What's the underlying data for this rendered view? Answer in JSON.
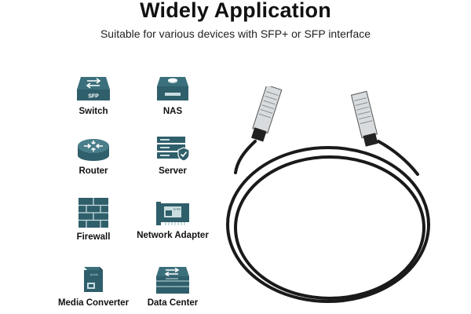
{
  "heading": {
    "title": "Widely Application",
    "subtitle": "Suitable for various devices with SFP+ or SFP interface"
  },
  "devices": [
    {
      "label": "Switch",
      "icon": "switch-icon",
      "badge": "SFP"
    },
    {
      "label": "NAS",
      "icon": "nas-icon"
    },
    {
      "label": "Router",
      "icon": "router-icon"
    },
    {
      "label": "Server",
      "icon": "server-icon"
    },
    {
      "label": "Firewall",
      "icon": "firewall-icon"
    },
    {
      "label": "Network Adapter",
      "icon": "network-adapter-icon",
      "brand": "tp-link"
    },
    {
      "label": "Media Converter",
      "icon": "media-converter-icon",
      "brand": "tp-link"
    },
    {
      "label": "Data Center",
      "icon": "data-center-icon"
    }
  ],
  "colors": {
    "icon_teal": "#2f5f6b",
    "icon_light": "#c9dde0",
    "cable": "#1a1a1a"
  }
}
